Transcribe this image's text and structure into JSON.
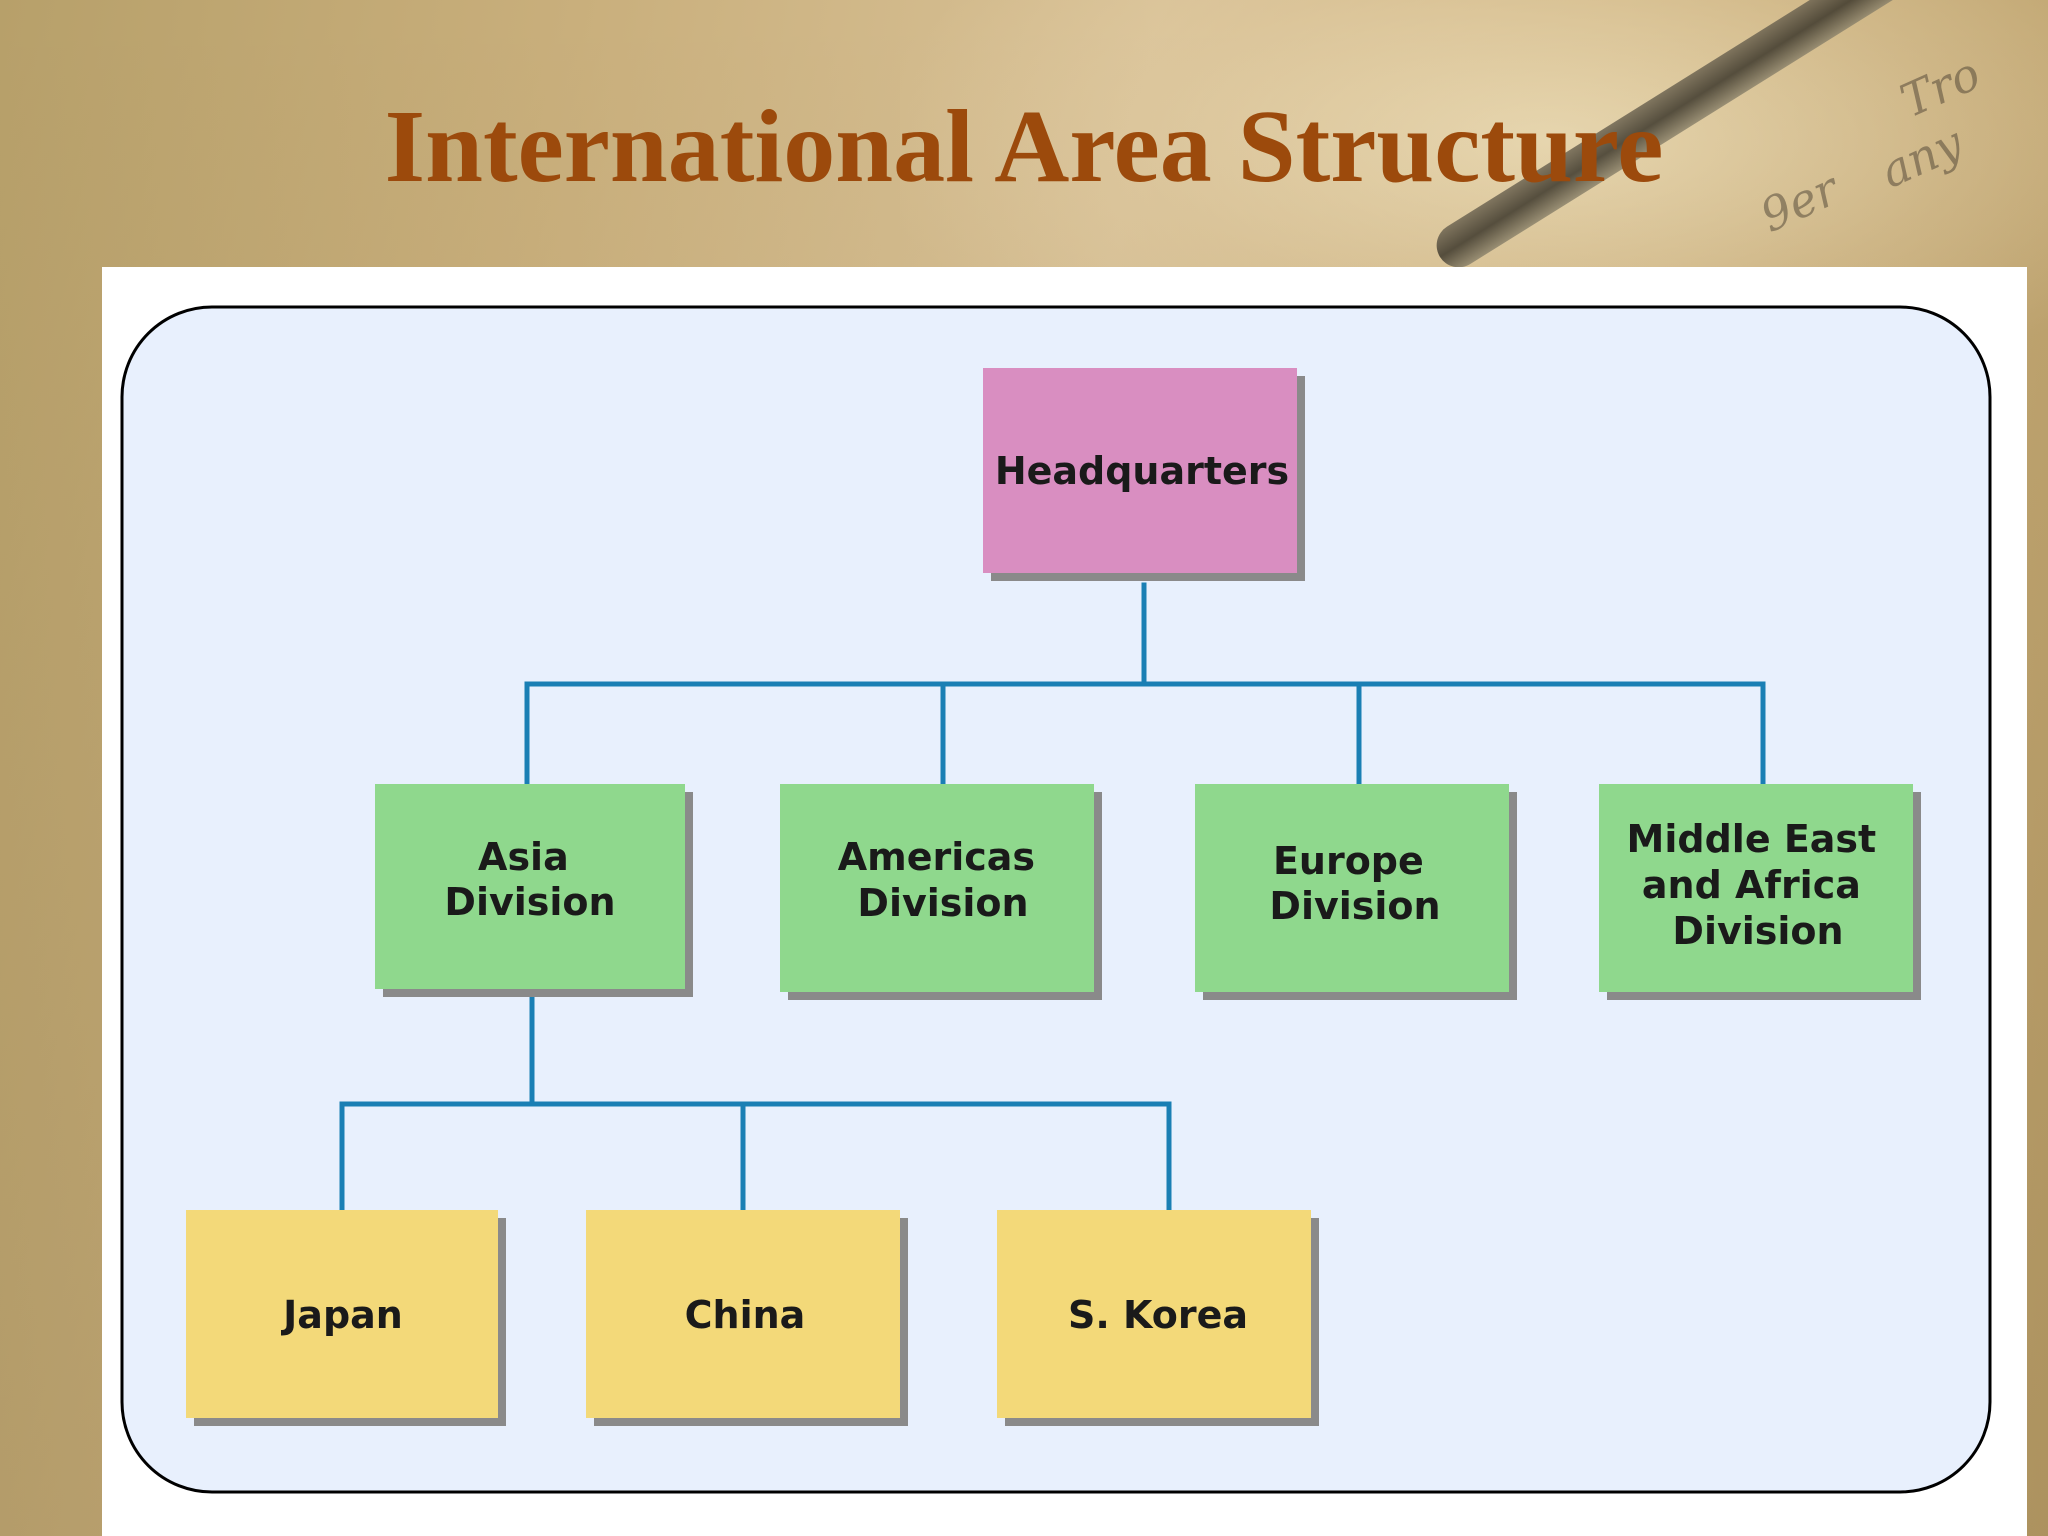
{
  "slide": {
    "title": "International Area Structure"
  },
  "org_chart": {
    "headquarters": {
      "label": "Headquarters",
      "color": "#d98ec1"
    },
    "divisions": [
      {
        "label_lines": [
          "Asia",
          "Division"
        ],
        "color": "#8fd88d"
      },
      {
        "label_lines": [
          "Americas",
          "Division"
        ],
        "color": "#8fd88d"
      },
      {
        "label_lines": [
          "Europe",
          "Division"
        ],
        "color": "#8fd88d"
      },
      {
        "label_lines": [
          "Middle East",
          "and Africa",
          "Division"
        ],
        "color": "#8fd88d"
      }
    ],
    "countries": [
      {
        "label": "Japan",
        "color": "#f3d979"
      },
      {
        "label": "China",
        "color": "#f3d979"
      },
      {
        "label": "S. Korea",
        "color": "#f3d979"
      }
    ],
    "connector_color": "#1a7fb4",
    "panel_color": "#e8f0fd"
  }
}
